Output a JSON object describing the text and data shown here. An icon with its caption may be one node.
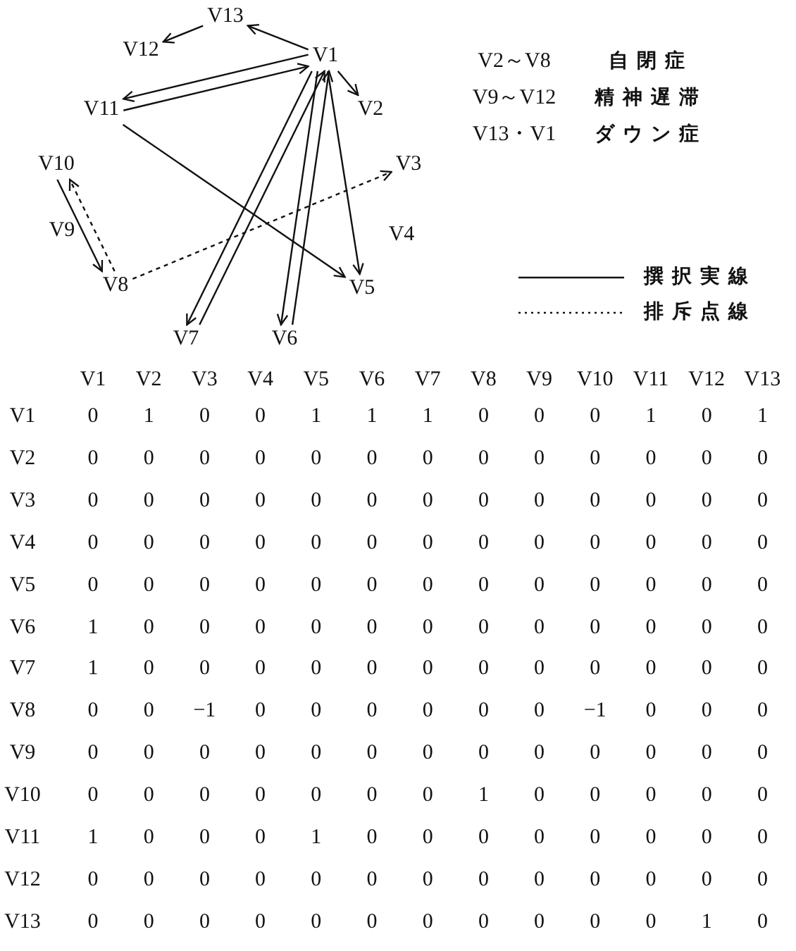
{
  "diagram": {
    "nodes": [
      {
        "text": [
          "V1"
        ]
      },
      {
        "text": [
          "V2"
        ]
      },
      {
        "text": [
          "V3"
        ]
      },
      {
        "text": [
          "V4"
        ]
      },
      {
        "text": [
          "V5"
        ]
      },
      {
        "text": [
          "V6"
        ]
      },
      {
        "text": [
          "V7"
        ]
      },
      {
        "text": [
          "V8"
        ]
      },
      {
        "text": [
          "V9"
        ]
      },
      {
        "text": [
          "V10"
        ]
      },
      {
        "text": [
          "V11"
        ]
      },
      {
        "text": [
          "V12"
        ]
      },
      {
        "text": [
          "V13"
        ]
      }
    ],
    "edges": [
      {
        "from": 0,
        "to": 1,
        "arrow": "to"
      },
      {
        "from": 0,
        "to": 4,
        "arrow": "to"
      },
      {
        "from": 0,
        "to": 5,
        "arrow": "to"
      },
      {
        "from": 0,
        "to": 6,
        "arrow": "to"
      },
      {
        "from": 0,
        "to": 10,
        "arrow": "to"
      },
      {
        "from": 0,
        "to": 12,
        "arrow": "to"
      },
      {
        "from": 5,
        "to": 0,
        "arrow": "to"
      },
      {
        "from": 6,
        "to": 0,
        "arrow": "to"
      },
      {
        "from": 7,
        "to": 2,
        "arrow": "to",
        "style": "dashed"
      },
      {
        "from": 7,
        "to": 9,
        "arrow": "to",
        "style": "dashed"
      },
      {
        "from": 9,
        "to": 7,
        "arrow": "to"
      },
      {
        "from": 10,
        "to": 0,
        "arrow": "to"
      },
      {
        "from": 10,
        "to": 4,
        "arrow": "to"
      },
      {
        "from": 12,
        "to": 11,
        "arrow": "to"
      }
    ],
    "labels": [
      "V2～V8",
      "自閉症",
      "V9～V12",
      "精神遅滞",
      "V13・V1",
      "ダウン症",
      "V1",
      "V2",
      "V3",
      "V4",
      "V5",
      "V6",
      "V7",
      "V8",
      "V9",
      "V10",
      "V11",
      "V12",
      "V13",
      "V1",
      "0",
      "1",
      "0",
      "0",
      "1",
      "1",
      "1",
      "0",
      "0",
      "0",
      "1",
      "0",
      "1",
      "V2",
      "0",
      "0",
      "0",
      "0",
      "0",
      "0",
      "0",
      "0",
      "0",
      "0",
      "0",
      "0",
      "0",
      "V3",
      "0",
      "0",
      "0",
      "0",
      "0",
      "0",
      "0",
      "0",
      "0",
      "0",
      "0",
      "0",
      "0",
      "V4",
      "0",
      "0",
      "0",
      "0",
      "0",
      "0",
      "0",
      "0",
      "0",
      "0",
      "0",
      "0",
      "0",
      "V5",
      "0",
      "0",
      "0",
      "0",
      "0",
      "0",
      "0",
      "0",
      "0",
      "0",
      "0",
      "0",
      "0",
      "V6",
      "1",
      "0",
      "0",
      "0",
      "0",
      "0",
      "0",
      "0",
      "0",
      "0",
      "0",
      "0",
      "0",
      "V7",
      "1",
      "0",
      "0",
      "0",
      "0",
      "0",
      "0",
      "0",
      "0",
      "0",
      "0",
      "0",
      "0",
      "V8",
      "0",
      "0",
      "−1",
      "0",
      "0",
      "0",
      "0",
      "0",
      "0",
      "−1",
      "0",
      "0",
      "0",
      "V9",
      "0",
      "0",
      "0",
      "0",
      "0",
      "0",
      "0",
      "0",
      "0",
      "0",
      "0",
      "0",
      "0",
      "V10",
      "0",
      "0",
      "0",
      "0",
      "0",
      "0",
      "0",
      "1",
      "0",
      "0",
      "0",
      "0",
      "0",
      "V11",
      "1",
      "0",
      "0",
      "0",
      "1",
      "0",
      "0",
      "0",
      "0",
      "0",
      "0",
      "0",
      "0",
      "V12",
      "0",
      "0",
      "0",
      "0",
      "0",
      "0",
      "0",
      "0",
      "0",
      "0",
      "0",
      "0",
      "0",
      "V13",
      "0",
      "0",
      "0",
      "0",
      "0",
      "0",
      "0",
      "0",
      "0",
      "0",
      "0",
      "1",
      "0"
    ],
    "legend": [
      {
        "text": "撰択実線"
      },
      {
        "text": "排斥点線"
      }
    ]
  }
}
